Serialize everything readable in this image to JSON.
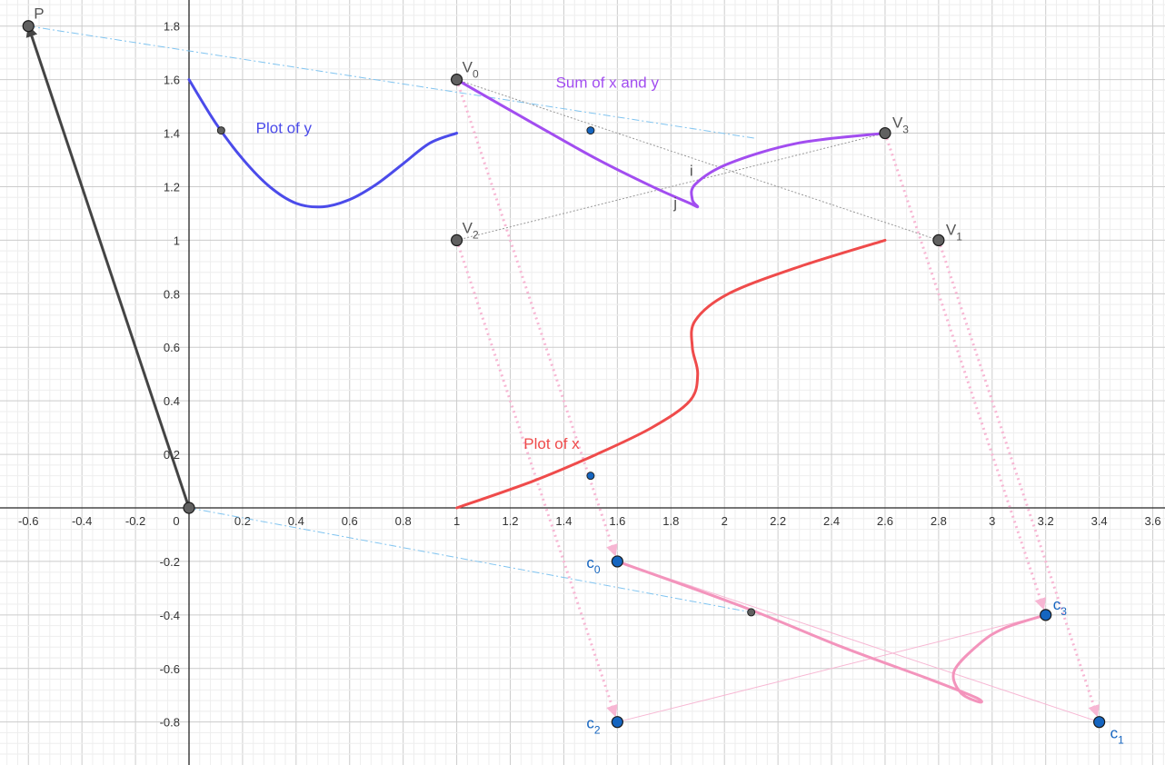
{
  "chart_data": {
    "type": "scatter",
    "xlim": [
      -0.7,
      3.65
    ],
    "ylim": [
      -0.95,
      1.92
    ],
    "grid": true,
    "x_ticks": [
      -0.6,
      -0.4,
      -0.2,
      0,
      0.2,
      0.4,
      0.6,
      0.8,
      1,
      1.2,
      1.4,
      1.6,
      1.8,
      2,
      2.2,
      2.4,
      2.6,
      2.8,
      3,
      3.2,
      3.4,
      3.6
    ],
    "x_tick_labels": [
      "-0.6",
      "-0.4",
      "-0.2",
      "0",
      "0.2",
      "0.4",
      "0.6",
      "0.8",
      "1",
      "1.2",
      "1.4",
      "1.6",
      "1.8",
      "2",
      "2.2",
      "2.4",
      "2.6",
      "2.8",
      "3",
      "3.2",
      "3.4",
      "3.6"
    ],
    "y_ticks": [
      -0.8,
      -0.6,
      -0.4,
      -0.2,
      0.2,
      0.4,
      0.6,
      0.8,
      1,
      1.2,
      1.4,
      1.6,
      1.8
    ],
    "y_tick_labels": [
      "-0.8",
      "-0.6",
      "-0.4",
      "-0.2",
      "0.2",
      "0.4",
      "0.6",
      "0.8",
      "1",
      "1.2",
      "1.4",
      "1.6",
      "1.8"
    ],
    "colors": {
      "grid_minor": "#eeeeee",
      "grid_major": "#cccccc",
      "axis": "#252525",
      "plot_y": "#4b4bea",
      "plot_x": "#ef4b4b",
      "sum": "#a24df0",
      "bezier": "#f394bc",
      "arrow_pink": "#f7b6d3",
      "dashdot": "#80c4f0",
      "dotted": "#999999",
      "vector": "#444444",
      "gray_point": "#606060",
      "blue_point": "#1565c0",
      "gray_label": "#555555",
      "blue_label": "#1565c0"
    },
    "points": [
      {
        "name": "P",
        "sub": "",
        "x": -0.6,
        "y": 1.8,
        "style": "gray",
        "label_pos": "above-right"
      },
      {
        "name": "V",
        "sub": "0",
        "x": 1.0,
        "y": 1.6,
        "style": "gray",
        "label_pos": "above-right"
      },
      {
        "name": "V",
        "sub": "1",
        "x": 2.8,
        "y": 1.0,
        "style": "gray",
        "label_pos": "right"
      },
      {
        "name": "V",
        "sub": "2",
        "x": 1.0,
        "y": 1.0,
        "style": "gray",
        "label_pos": "above-right"
      },
      {
        "name": "V",
        "sub": "3",
        "x": 2.6,
        "y": 1.4,
        "style": "gray",
        "label_pos": "right"
      },
      {
        "name": "c",
        "sub": "0",
        "x": 1.6,
        "y": -0.2,
        "style": "blue",
        "label_pos": "left"
      },
      {
        "name": "c",
        "sub": "1",
        "x": 3.4,
        "y": -0.8,
        "style": "blue",
        "label_pos": "below-right"
      },
      {
        "name": "c",
        "sub": "2",
        "x": 1.6,
        "y": -0.8,
        "style": "blue",
        "label_pos": "left"
      },
      {
        "name": "c",
        "sub": "3",
        "x": 3.2,
        "y": -0.4,
        "style": "blue",
        "label_pos": "right"
      },
      {
        "name": "",
        "sub": "",
        "x": 0,
        "y": 0,
        "style": "gray",
        "label_pos": "none"
      }
    ],
    "small_points": [
      {
        "x": 0.12,
        "y": 1.41,
        "style": "gray"
      },
      {
        "x": 1.5,
        "y": 1.41,
        "style": "blue"
      },
      {
        "x": 1.5,
        "y": 0.12,
        "style": "blue"
      },
      {
        "x": 2.1,
        "y": -0.39,
        "style": "gray"
      }
    ],
    "curves": [
      {
        "name": "Plot of y",
        "color": "plot_y",
        "x": [
          0,
          0.1,
          0.2,
          0.3,
          0.4,
          0.5,
          0.6,
          0.7,
          0.8,
          0.9,
          1.0
        ],
        "y": [
          1.6,
          1.437,
          1.304,
          1.201,
          1.138,
          1.125,
          1.152,
          1.209,
          1.286,
          1.363,
          1.4
        ]
      },
      {
        "name": "Plot of x",
        "color": "plot_x",
        "x": [
          1.0,
          1.285,
          1.522,
          1.729,
          1.871,
          1.9,
          1.88,
          1.891,
          2.015,
          2.276,
          2.6
        ],
        "y": [
          0,
          0.1,
          0.2,
          0.3,
          0.4,
          0.5,
          0.6,
          0.7,
          0.8,
          0.9,
          1.0
        ]
      },
      {
        "name": "Sum of x and y",
        "color": "sum",
        "x": [
          1.0,
          1.285,
          1.522,
          1.729,
          1.871,
          1.9,
          1.88,
          1.891,
          2.015,
          2.276,
          2.6
        ],
        "y": [
          1.6,
          1.437,
          1.304,
          1.201,
          1.138,
          1.125,
          1.152,
          1.209,
          1.286,
          1.363,
          1.4
        ]
      },
      {
        "name": "",
        "color": "bezier",
        "x": [
          1.6,
          2.07,
          2.44,
          2.766,
          2.942,
          2.95,
          2.882,
          2.858,
          2.95,
          3.044,
          3.2
        ],
        "y": [
          -0.2,
          -0.37,
          -0.52,
          -0.64,
          -0.71,
          -0.725,
          -0.69,
          -0.61,
          -0.51,
          -0.45,
          -0.4
        ]
      }
    ],
    "labels": [
      {
        "text": "Plot of y",
        "x": 0.25,
        "y": 1.4,
        "color": "plot_y"
      },
      {
        "text": "Plot of x",
        "x": 1.25,
        "y": 0.22,
        "color": "plot_x"
      },
      {
        "text": "Sum of x and y",
        "x": 1.37,
        "y": 1.57,
        "color": "sum"
      },
      {
        "text": "i",
        "x": 1.87,
        "y": 1.24,
        "color": "gray_label"
      },
      {
        "text": "j",
        "x": 1.81,
        "y": 1.12,
        "color": "gray_label"
      }
    ]
  }
}
